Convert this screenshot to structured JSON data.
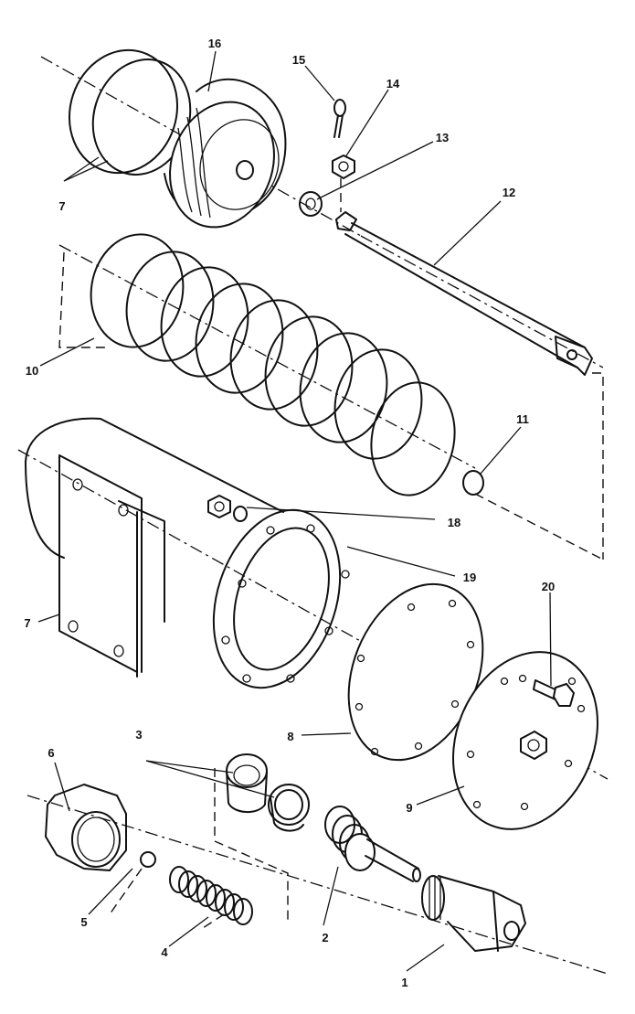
{
  "callouts": [
    {
      "id": "1",
      "text": "1"
    },
    {
      "id": "2",
      "text": "2"
    },
    {
      "id": "3",
      "text": "3"
    },
    {
      "id": "4",
      "text": "4"
    },
    {
      "id": "5",
      "text": "5"
    },
    {
      "id": "6",
      "text": "6"
    },
    {
      "id": "7a",
      "text": "7"
    },
    {
      "id": "7b",
      "text": "7"
    },
    {
      "id": "8",
      "text": "8"
    },
    {
      "id": "9",
      "text": "9"
    },
    {
      "id": "10",
      "text": "10"
    },
    {
      "id": "11",
      "text": "11"
    },
    {
      "id": "12",
      "text": "12"
    },
    {
      "id": "13",
      "text": "13"
    },
    {
      "id": "14",
      "text": "14"
    },
    {
      "id": "15",
      "text": "15"
    },
    {
      "id": "16",
      "text": "16"
    },
    {
      "id": "18",
      "text": "18"
    },
    {
      "id": "19",
      "text": "19"
    },
    {
      "id": "20",
      "text": "20"
    }
  ]
}
